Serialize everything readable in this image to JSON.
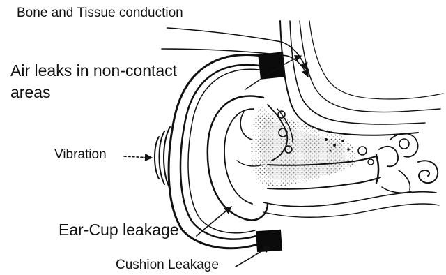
{
  "labels": {
    "bone_tissue": "Bone and Tissue conduction",
    "air_leaks": "Air leaks in non-contact areas",
    "vibration": "Vibration",
    "ear_cup_leakage": "Ear-Cup leakage",
    "cushion_leakage": "Cushion Leakage"
  },
  "colors": {
    "ink": "#111111",
    "background": "#ffffff",
    "cushion_block": "#0a0a0a",
    "tissue_shading": "#cfcfcf"
  }
}
